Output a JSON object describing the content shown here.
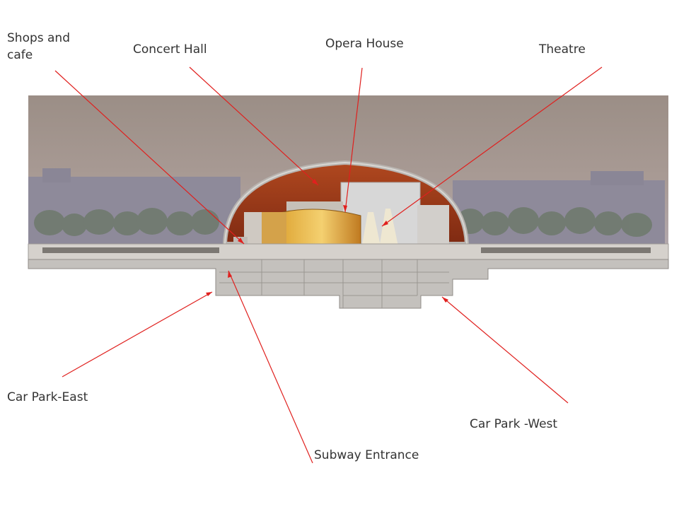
{
  "labels": {
    "shops_line1": "Shops and",
    "shops_line2": "cafe",
    "concert_hall": "Concert Hall",
    "opera_house": "Opera House",
    "theatre": "Theatre",
    "car_park_east": "Car Park-East",
    "car_park_west": "Car Park -West",
    "subway_entrance": "Subway Entrance"
  },
  "colors": {
    "pointer": "#e0201e",
    "dome_interior": "#9a3a1c",
    "sky": "#8f8a95",
    "ground": "#c9c6c2",
    "text": "#333333"
  }
}
